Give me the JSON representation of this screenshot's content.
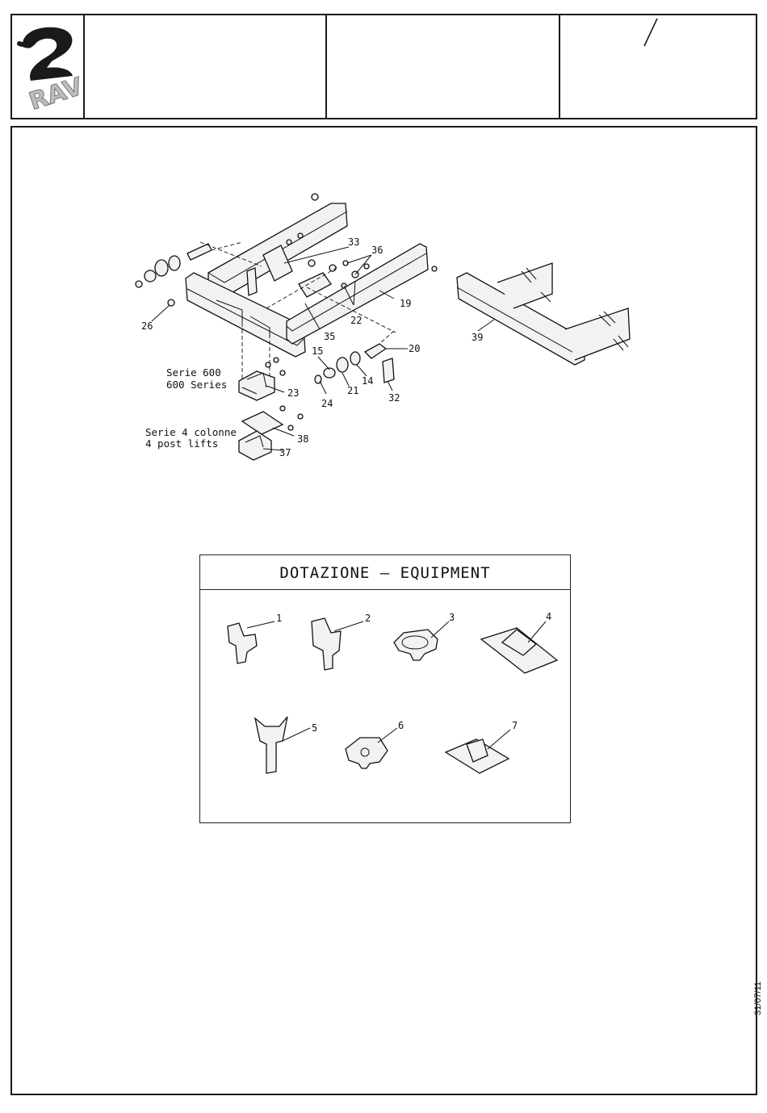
{
  "header": {
    "logo_text": "RAV",
    "slash": "/"
  },
  "diagram": {
    "part_numbers": [
      "14",
      "15",
      "19",
      "20",
      "21",
      "22",
      "23",
      "24",
      "26",
      "32",
      "33",
      "35",
      "36",
      "37",
      "38",
      "39"
    ],
    "labels": {
      "p14": "14",
      "p15": "15",
      "p19": "19",
      "p20": "20",
      "p21": "21",
      "p22": "22",
      "p23": "23",
      "p24": "24",
      "p26": "26",
      "p32": "32",
      "p33": "33",
      "p35": "35",
      "p36": "36",
      "p37": "37",
      "p38": "38",
      "p39": "39"
    },
    "series_600": [
      "Serie 600",
      "600 Series"
    ],
    "series_4col": [
      "Serie 4 colonne",
      "4 post lifts"
    ]
  },
  "equipment": {
    "title": "DOTAZIONE  —  EQUIPMENT",
    "items": [
      "1",
      "2",
      "3",
      "4",
      "5",
      "6",
      "7"
    ]
  },
  "footer": {
    "date": "31/07/11"
  }
}
